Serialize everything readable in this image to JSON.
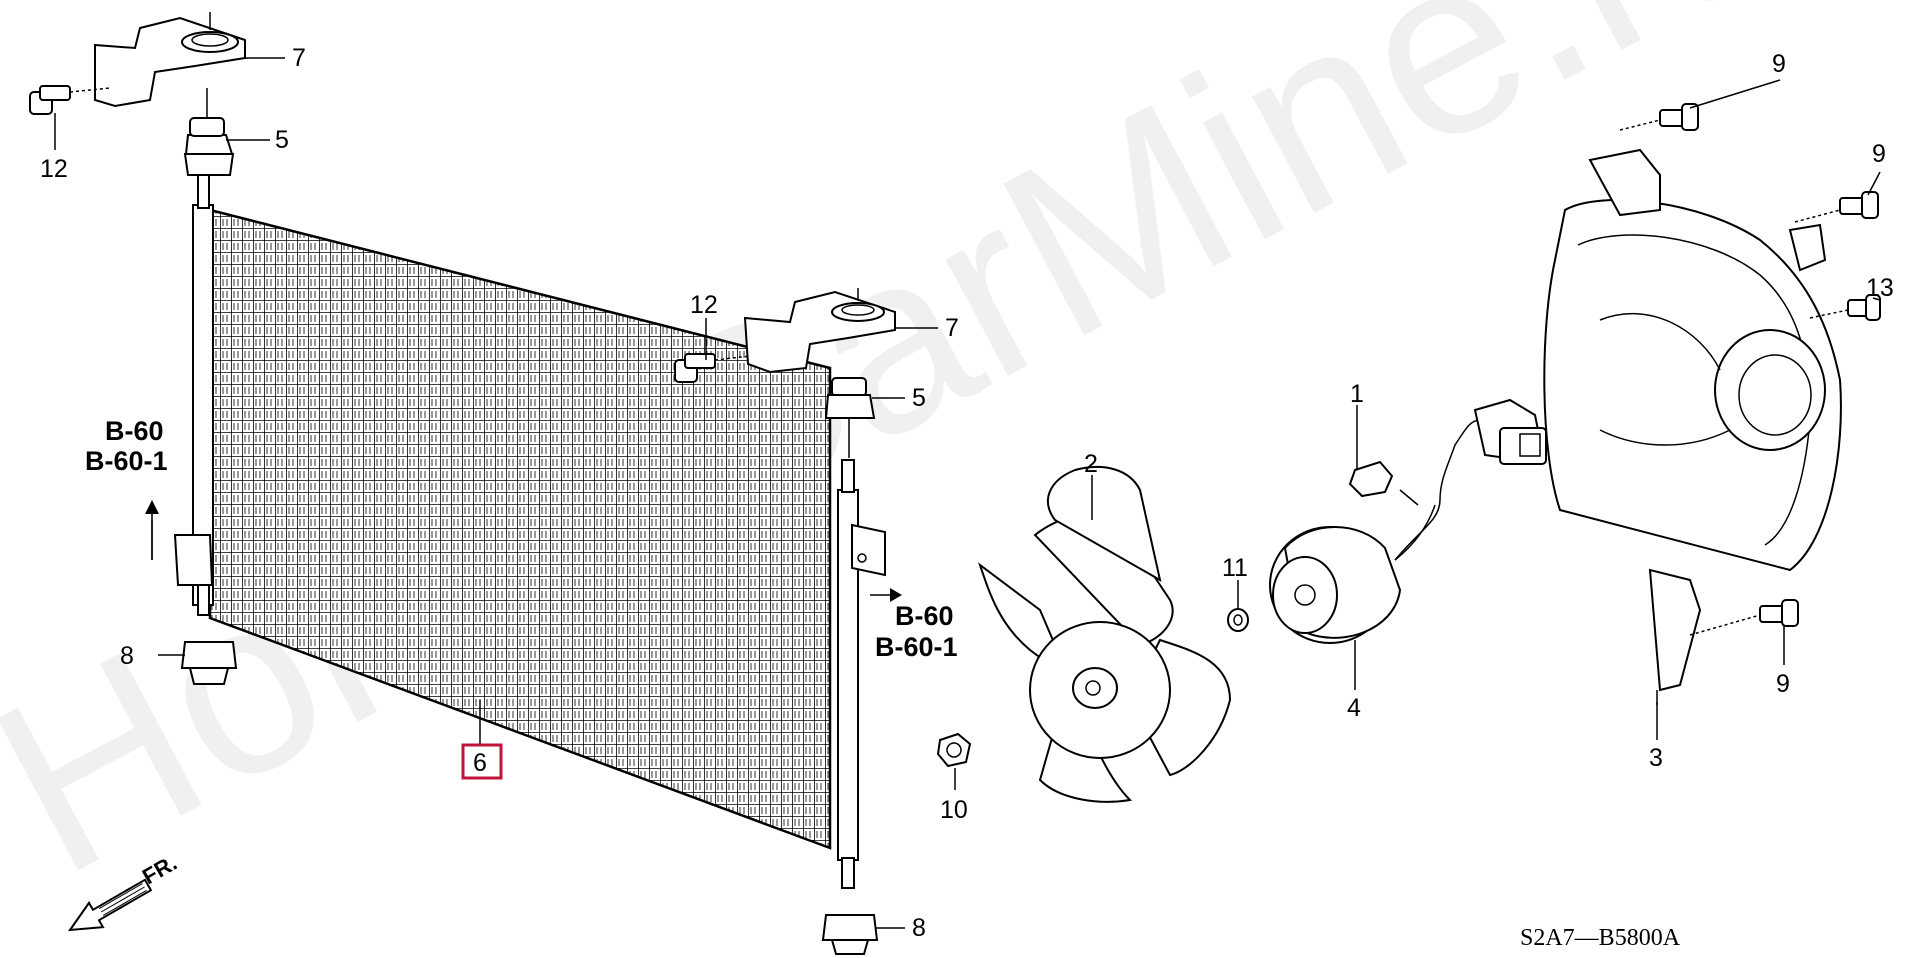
{
  "diagram": {
    "code": "S2A7—B5800A",
    "watermark": "HondaCarMine.ru",
    "direction": "FR.",
    "refs": [
      "B-60",
      "B-60-1"
    ],
    "highlight_color": "#c0143c",
    "labels": {
      "p1": "1",
      "p2": "2",
      "p3": "3",
      "p4": "4",
      "p5a": "5",
      "p5b": "5",
      "p6": "6",
      "p7a": "7",
      "p7b": "7",
      "p8a": "8",
      "p8b": "8",
      "p9a": "9",
      "p9b": "9",
      "p9c": "9",
      "p10": "10",
      "p11": "11",
      "p12a": "12",
      "p12b": "12",
      "p13": "13"
    }
  }
}
